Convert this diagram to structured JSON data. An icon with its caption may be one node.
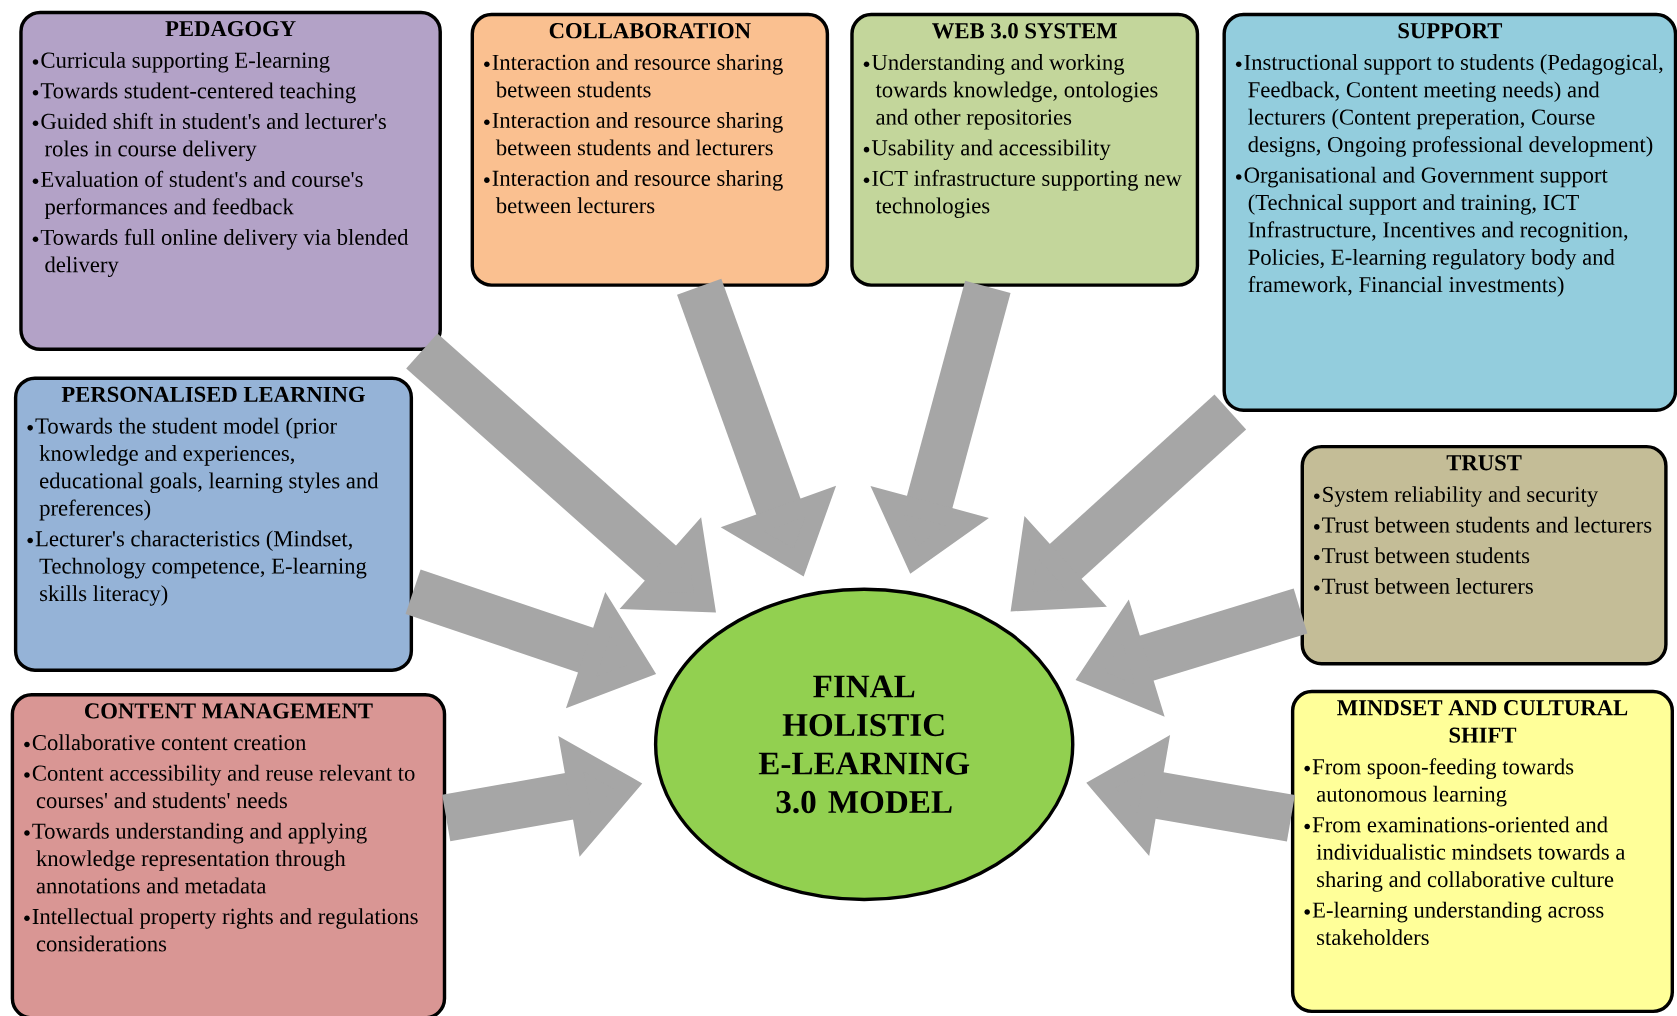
{
  "diagram": {
    "nodes": [
      {
        "text": [
          "PEDAGOGY",
          "Curricula supporting E-learning",
          "Towards student-centered teaching",
          "Guided shift in student's and lecturer's roles in course delivery",
          "Evaluation of student's and course's performances and feedback",
          "Towards full online delivery via blended delivery"
        ]
      },
      {
        "text": [
          "COLLABORATION",
          "Interaction and resource sharing between students",
          "Interaction and resource sharing between students and lecturers",
          "Interaction and resource sharing between lecturers"
        ]
      },
      {
        "text": [
          "WEB 3.0 SYSTEM",
          "Understanding and working towards knowledge, ontologies and other repositories",
          "Usability and accessibility",
          "ICT infrastructure supporting new technologies"
        ]
      },
      {
        "text": [
          "SUPPORT",
          "Instructional support to students (Pedagogical, Feedback, Content meeting needs) and lecturers (Content preperation, Course designs, Ongoing professional development)",
          "Organisational and Government support (Technical support and training, ICT Infrastructure, Incentives and recognition, Policies, E-learning regulatory body and framework, Financial investments)"
        ]
      },
      {
        "text": [
          "PERSONALISED LEARNING",
          "Towards the student model (prior knowledge and experiences, educational goals, learning styles and preferences)",
          "Lecturer's characteristics (Mindset, Technology competence, E-learning skills literacy)"
        ]
      },
      {
        "text": [
          "TRUST",
          "System reliability and security",
          "Trust between students and lecturers",
          "Trust between students",
          "Trust between lecturers"
        ]
      },
      {
        "text": [
          "CONTENT MANAGEMENT",
          "Collaborative content creation",
          "Content accessibility and reuse relevant to courses' and students' needs",
          "Towards understanding and applying knowledge representation through annotations and metadata",
          "Intellectual property rights and regulations considerations"
        ]
      },
      {
        "text": [
          "MINDSET AND CULTURAL SHIFT",
          "From spoon-feeding towards autonomous learning",
          "From examinations-oriented and individualistic mindsets towards a sharing and collaborative culture",
          "E-learning understanding across stakeholders"
        ]
      },
      {
        "text": [
          "FINAL HOLISTIC E-LEARNING 3.0 MODEL"
        ]
      }
    ],
    "edges": [
      {
        "from": 0,
        "to": 8,
        "arrow": "to"
      },
      {
        "from": 1,
        "to": 8,
        "arrow": "to"
      },
      {
        "from": 2,
        "to": 8,
        "arrow": "to"
      },
      {
        "from": 3,
        "to": 8,
        "arrow": "to"
      },
      {
        "from": 4,
        "to": 8,
        "arrow": "to"
      },
      {
        "from": 5,
        "to": 8,
        "arrow": "to"
      },
      {
        "from": 6,
        "to": 8,
        "arrow": "to"
      },
      {
        "from": 7,
        "to": 8,
        "arrow": "to"
      }
    ]
  }
}
